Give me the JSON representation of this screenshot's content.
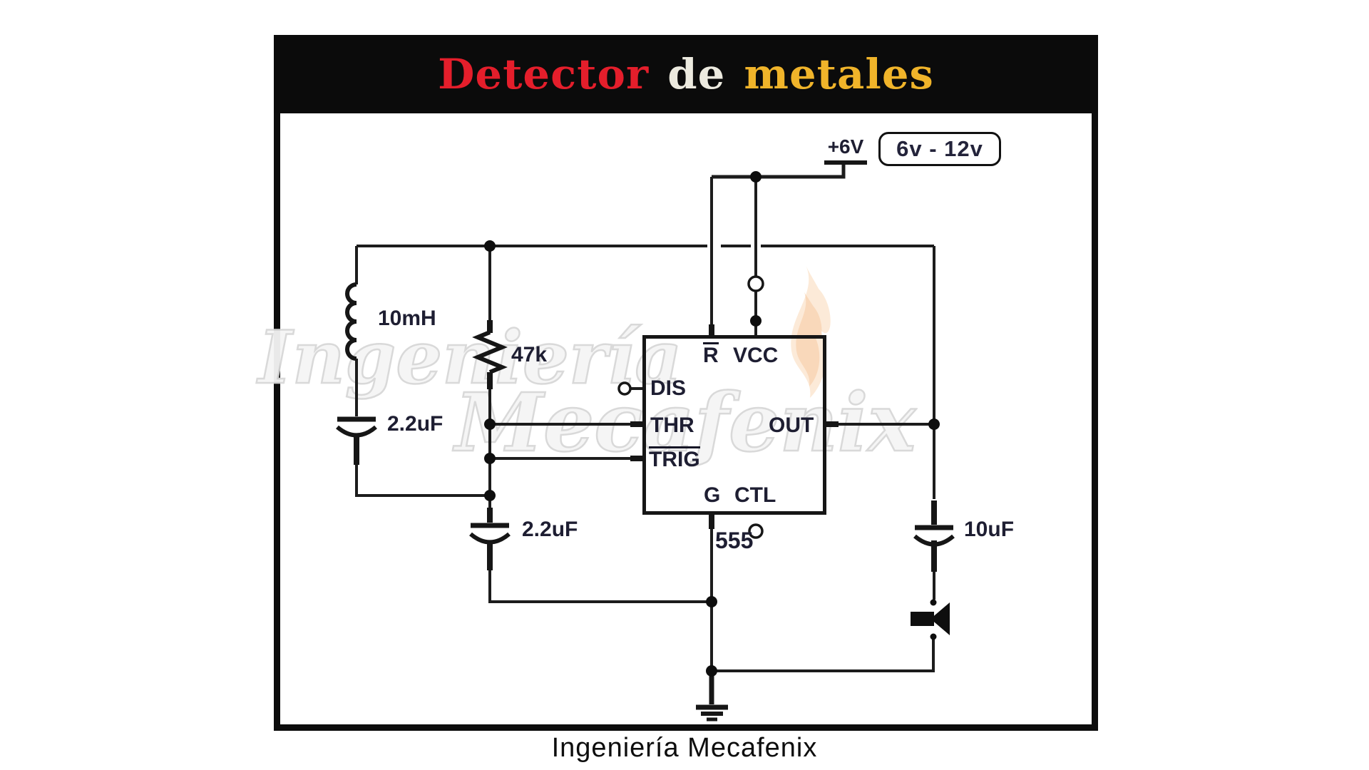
{
  "banner": {
    "title_part1": "Detector",
    "title_part2": "de",
    "title_part3": "metales"
  },
  "supply": {
    "terminal_label": "+6V",
    "range_label": "6v - 12v"
  },
  "ic": {
    "part_number": "555",
    "pins": {
      "reset": "R",
      "vcc": "VCC",
      "discharge": "DIS",
      "threshold": "THR",
      "trigger": "TRIG",
      "output": "OUT",
      "ground": "G",
      "control": "CTL"
    }
  },
  "components": {
    "inductor_value": "10mH",
    "resistor_value": "47k",
    "capacitor_tank_value": "2.2uF",
    "capacitor_trigger_value": "2.2uF",
    "capacitor_output_value": "10uF"
  },
  "watermark": {
    "line1": "Ingeniería",
    "line2": "Mecafenix"
  },
  "caption": "Ingeniería Mecafenix",
  "colors": {
    "title_red": "#e41e2b",
    "title_white": "#eceadf",
    "title_yellow": "#f0b42a",
    "banner_background": "#0b0b0b",
    "label_text": "#1e1e32",
    "wire": "#1c1c1c",
    "flame_watermark": "#f3a860"
  }
}
